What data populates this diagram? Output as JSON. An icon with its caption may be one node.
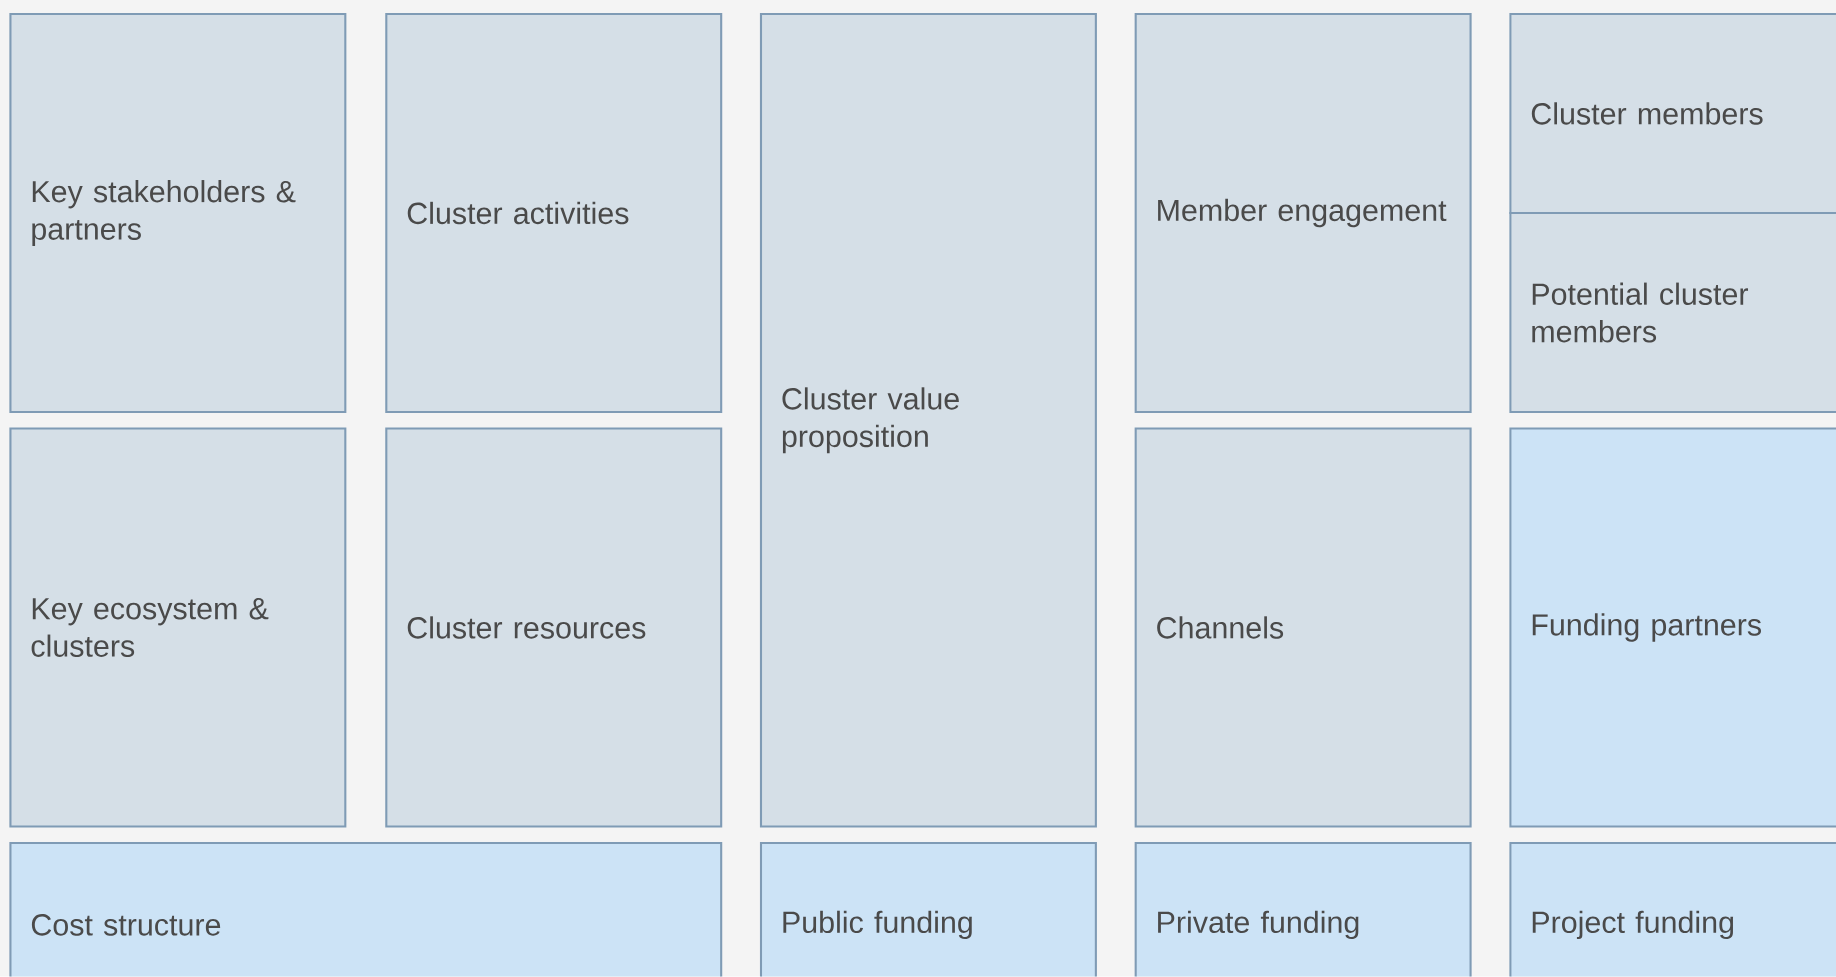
{
  "diagram": {
    "nodes": [
      {
        "text": [
          "Key stakeholders & partners"
        ]
      },
      {
        "text": [
          "Cluster activities"
        ]
      },
      {
        "text": [
          "Cluster value proposition"
        ]
      },
      {
        "text": [
          "Member engagement"
        ]
      },
      {
        "text": [
          "Cluster members"
        ]
      },
      {
        "text": [
          "Potential cluster members"
        ]
      },
      {
        "text": [
          "Key ecosystem & clusters"
        ]
      },
      {
        "text": [
          "Cluster resources"
        ]
      },
      {
        "text": [
          "Channels"
        ]
      },
      {
        "text": [
          "Funding partners"
        ]
      },
      {
        "text": [
          "Cost structure"
        ]
      },
      {
        "text": [
          "Public funding"
        ]
      },
      {
        "text": [
          "Private funding"
        ]
      },
      {
        "text": [
          "Project funding"
        ]
      }
    ]
  }
}
